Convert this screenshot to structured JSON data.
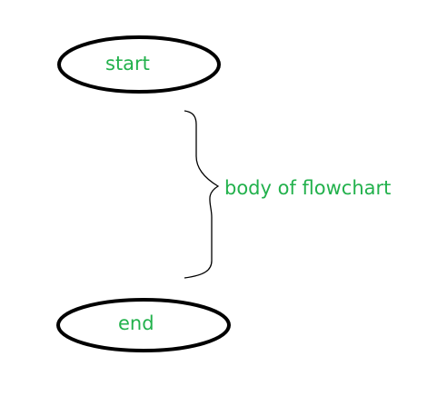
{
  "diagram": {
    "start_label": "start",
    "body_label": "body of flowchart",
    "end_label": "end",
    "colors": {
      "text": "#22b14c",
      "stroke": "#000000",
      "background": "#ffffff"
    }
  }
}
